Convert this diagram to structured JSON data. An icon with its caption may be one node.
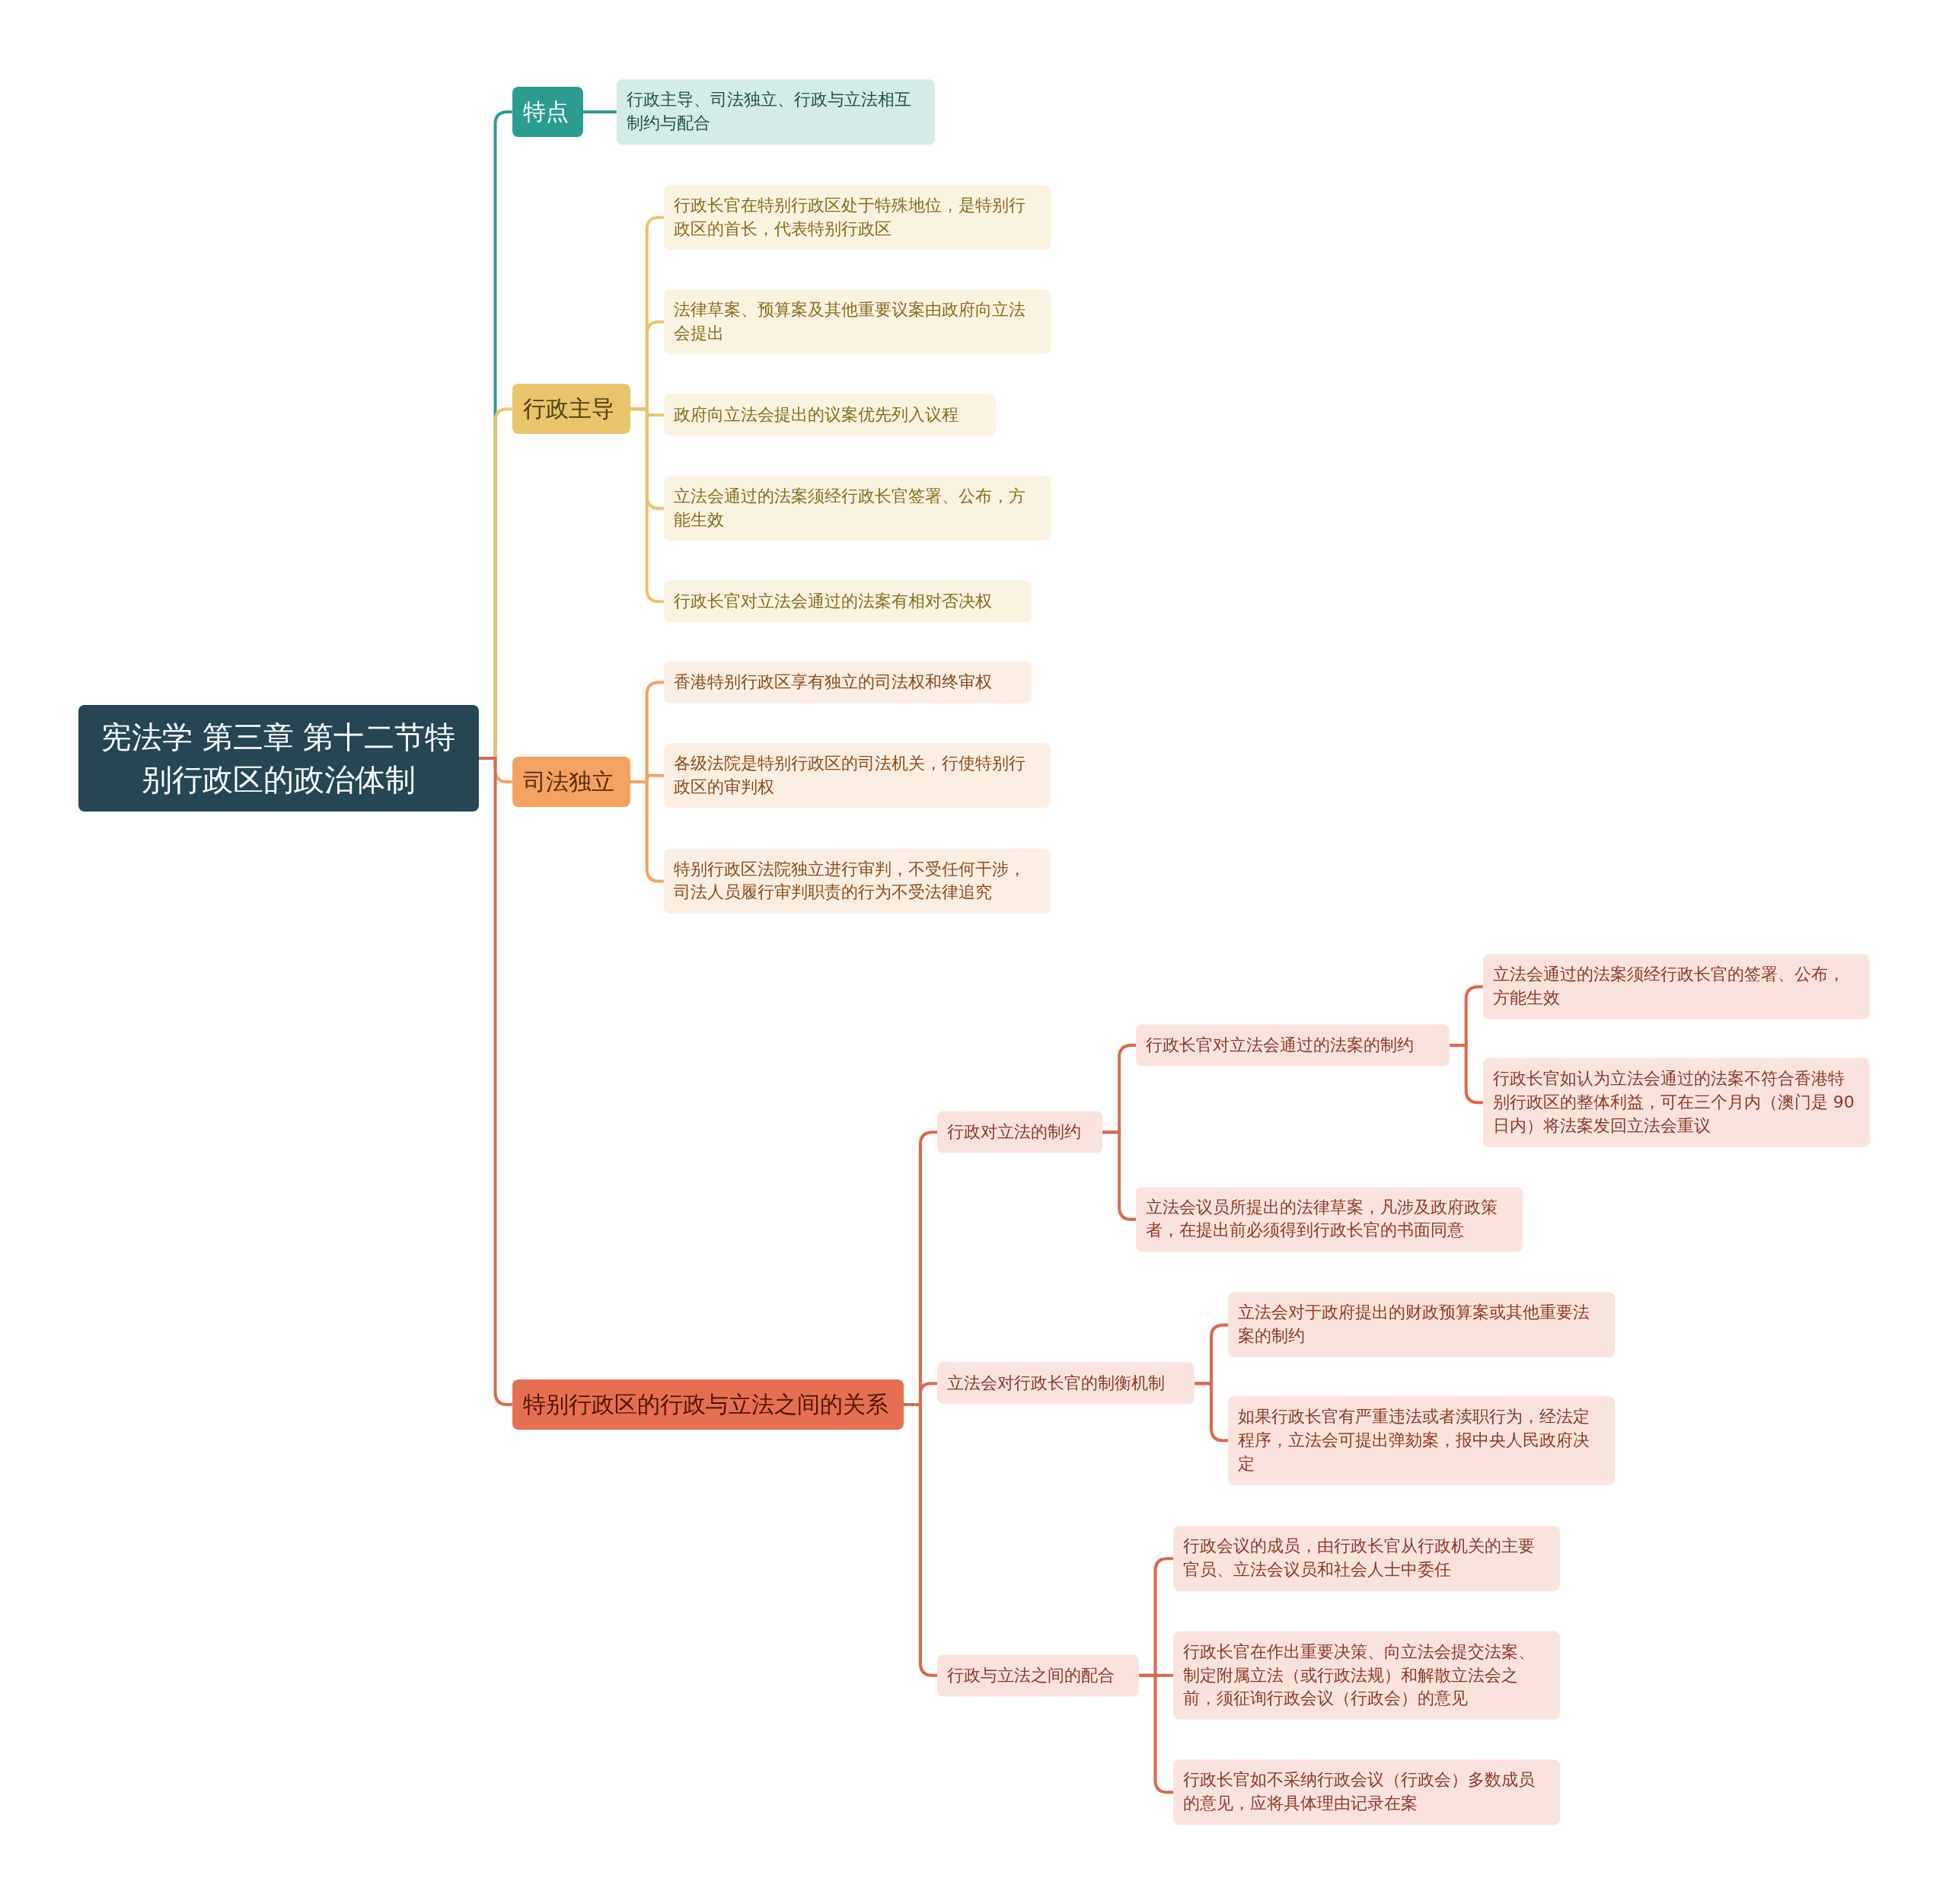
{
  "diagram": {
    "nodes": [
      {
        "text": [
          "宪法学 第三章 第十二节特别行政区的政治体制"
        ]
      },
      {
        "text": [
          "特点"
        ]
      },
      {
        "text": [
          "行政主导、司法独立、行政与立法相互制约与配合"
        ]
      },
      {
        "text": [
          "行政主导"
        ]
      },
      {
        "text": [
          "行政长官在特别行政区处于特殊地位，是特别行政区的首长，代表特别行政区"
        ]
      },
      {
        "text": [
          "法律草案、预算案及其他重要议案由政府向立法会提出"
        ]
      },
      {
        "text": [
          "政府向立法会提出的议案优先列入议程"
        ]
      },
      {
        "text": [
          "立法会通过的法案须经行政长官签署、公布，方能生效"
        ]
      },
      {
        "text": [
          "行政长官对立法会通过的法案有相对否决权"
        ]
      },
      {
        "text": [
          "司法独立"
        ]
      },
      {
        "text": [
          "香港特别行政区享有独立的司法权和终审权"
        ]
      },
      {
        "text": [
          "各级法院是特别行政区的司法机关，行使特别行政区的审判权"
        ]
      },
      {
        "text": [
          "特别行政区法院独立进行审判，不受任何干涉，司法人员履行审判职责的行为不受法律追究"
        ]
      },
      {
        "text": [
          "特别行政区的行政与立法之间的关系"
        ]
      },
      {
        "text": [
          "行政对立法的制约"
        ]
      },
      {
        "text": [
          "行政长官对立法会通过的法案的制约"
        ]
      },
      {
        "text": [
          "立法会通过的法案须经行政长官的签署、公布，方能生效"
        ]
      },
      {
        "text": [
          "行政长官如认为立法会通过的法案不符合香港特别行政区的整体利益，可在三个月内（澳门是 90 日内）将法案发回立法会重议"
        ]
      },
      {
        "text": [
          "立法会议员所提出的法律草案，凡涉及政府政策者，在提出前必须得到行政长官的书面同意"
        ]
      },
      {
        "text": [
          "立法会对行政长官的制衡机制"
        ]
      },
      {
        "text": [
          "立法会对于政府提出的财政预算案或其他重要法案的制约"
        ]
      },
      {
        "text": [
          "如果行政长官有严重违法或者渎职行为，经法定程序，立法会可提出弹劾案，报中央人民政府决定"
        ]
      },
      {
        "text": [
          "行政与立法之间的配合"
        ]
      },
      {
        "text": [
          "行政会议的成员，由行政长官从行政机关的主要官员、立法会议员和社会人士中委任"
        ]
      },
      {
        "text": [
          "行政长官在作出重要决策、向立法会提交法案、制定附属立法（或行政法规）和解散立法会之前，须征询行政会议（行政会）的意见"
        ]
      },
      {
        "text": [
          "行政长官如不采纳行政会议（行政会）多数成员的意见，应将具体理由记录在案"
        ]
      }
    ],
    "edges": [
      {
        "from": 0,
        "to": 1,
        "arrow": "none",
        "color": "#2a9d8f"
      },
      {
        "from": 1,
        "to": 2,
        "arrow": "none",
        "color": "#2a9d8f"
      },
      {
        "from": 0,
        "to": 3,
        "arrow": "none",
        "color": "#e9c46a"
      },
      {
        "from": 3,
        "to": 4,
        "arrow": "none",
        "color": "#e9c46a"
      },
      {
        "from": 3,
        "to": 5,
        "arrow": "none",
        "color": "#e9c46a"
      },
      {
        "from": 3,
        "to": 6,
        "arrow": "none",
        "color": "#e9c46a"
      },
      {
        "from": 3,
        "to": 7,
        "arrow": "none",
        "color": "#e9c46a"
      },
      {
        "from": 3,
        "to": 8,
        "arrow": "none",
        "color": "#e9c46a"
      },
      {
        "from": 0,
        "to": 9,
        "arrow": "none",
        "color": "#f4a261"
      },
      {
        "from": 9,
        "to": 10,
        "arrow": "none",
        "color": "#f4a261"
      },
      {
        "from": 9,
        "to": 11,
        "arrow": "none",
        "color": "#f4a261"
      },
      {
        "from": 9,
        "to": 12,
        "arrow": "none",
        "color": "#f4a261"
      },
      {
        "from": 0,
        "to": 13,
        "arrow": "none"
      },
      {
        "from": 13,
        "to": 14,
        "arrow": "none"
      },
      {
        "from": 14,
        "to": 15,
        "arrow": "none"
      },
      {
        "from": 15,
        "to": 16,
        "arrow": "none"
      },
      {
        "from": 15,
        "to": 17,
        "arrow": "none"
      },
      {
        "from": 14,
        "to": 18,
        "arrow": "none"
      },
      {
        "from": 13,
        "to": 19,
        "arrow": "none"
      },
      {
        "from": 19,
        "to": 20,
        "arrow": "none"
      },
      {
        "from": 19,
        "to": 21,
        "arrow": "none"
      },
      {
        "from": 13,
        "to": 22,
        "arrow": "none"
      },
      {
        "from": 22,
        "to": 23,
        "arrow": "none"
      },
      {
        "from": 22,
        "to": 24,
        "arrow": "none"
      },
      {
        "from": 22,
        "to": 25,
        "arrow": "none"
      }
    ]
  }
}
